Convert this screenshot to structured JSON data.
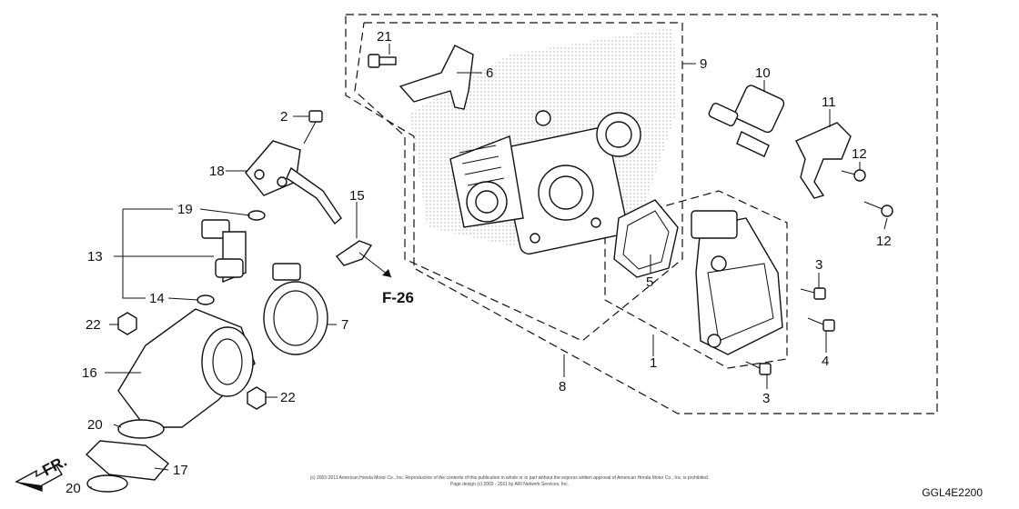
{
  "diagram": {
    "callouts": {
      "c1": "1",
      "c2": "2",
      "c3a": "3",
      "c3b": "3",
      "c4": "4",
      "c5": "5",
      "c6": "6",
      "c7": "7",
      "c8": "8",
      "c9": "9",
      "c10": "10",
      "c11": "11",
      "c12a": "12",
      "c12b": "12",
      "c13": "13",
      "c14": "14",
      "c15": "15",
      "c16": "16",
      "c17": "17",
      "c18": "18",
      "c19": "19",
      "c20a": "20",
      "c20b": "20",
      "c21": "21",
      "c22a": "22",
      "c22b": "22"
    },
    "section_ref": "F-26",
    "front_marker": "FR.",
    "diagram_code": "GGL4E2200",
    "copyright_line1": "(c) 2003-2011 American Honda Motor Co., Inc. Reproduction of the contents of this publication in whole or in part without the express written approval of American Honda Motor Co., Inc. is prohibited.",
    "copyright_line2": "Page design (c) 2003 - 2011 by ARI Network Services, Inc."
  }
}
